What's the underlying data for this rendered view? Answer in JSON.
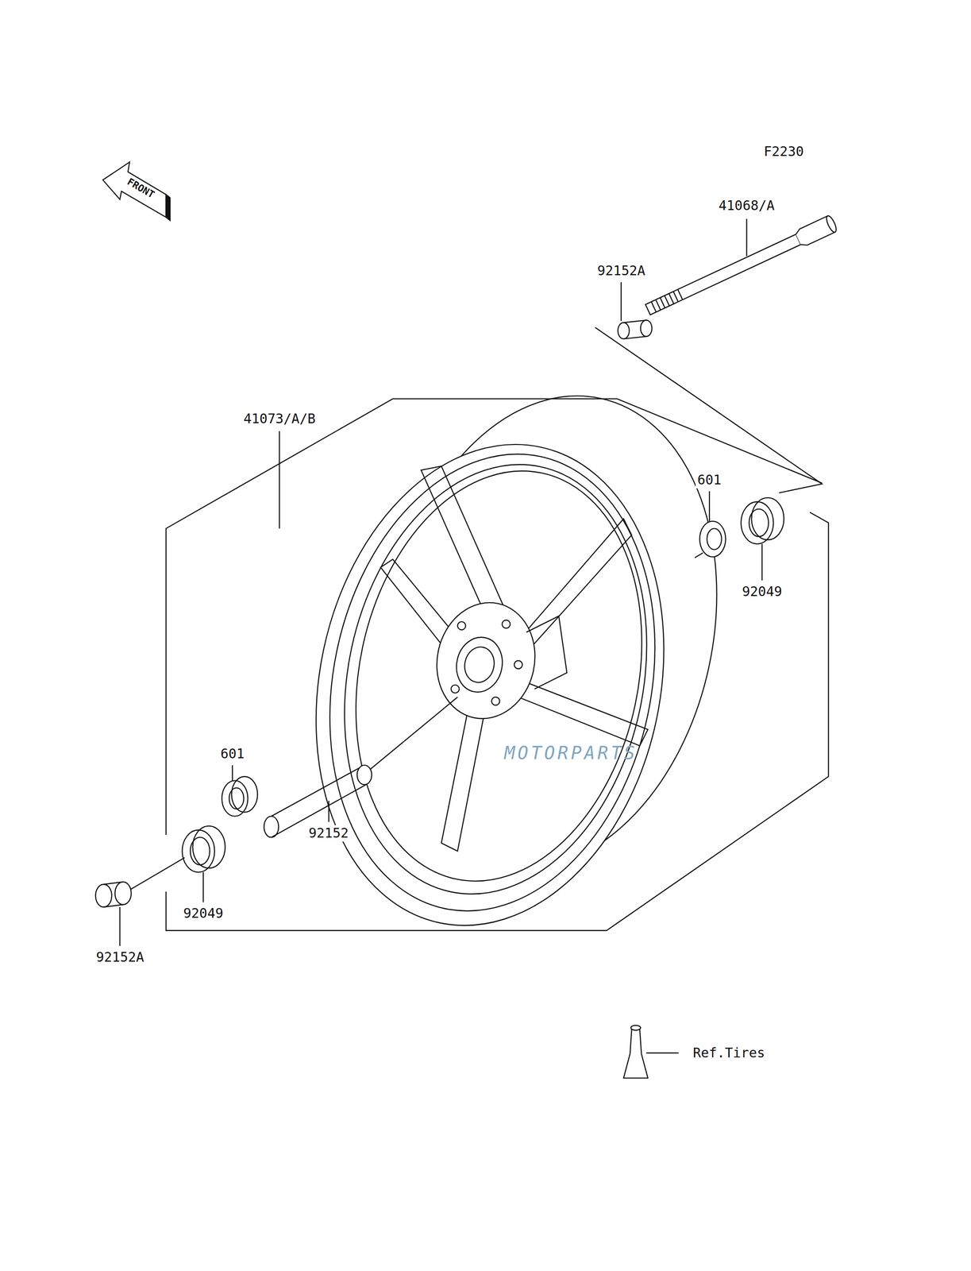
{
  "diagram": {
    "labels": [
      "F2230",
      "FRONT",
      "41068/A",
      "92152A",
      "41073/A/B",
      "601",
      "92049",
      "601",
      "92152",
      "92049",
      "92152A",
      "Ref.Tires",
      "MOTORPARTS"
    ]
  }
}
